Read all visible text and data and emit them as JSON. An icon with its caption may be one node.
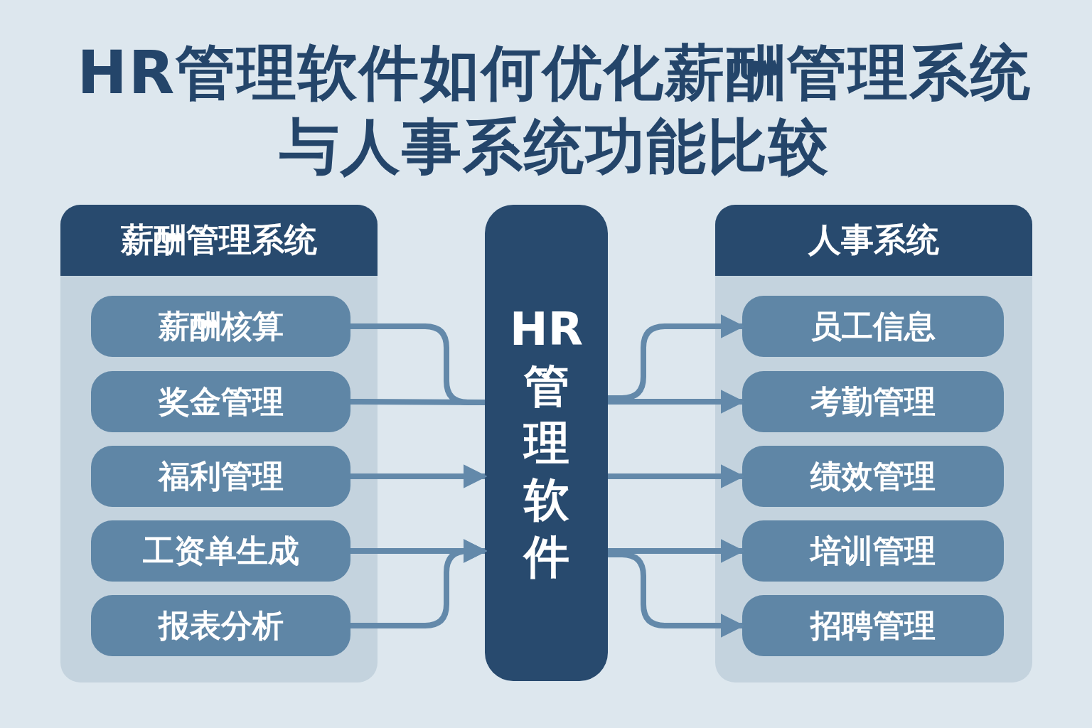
{
  "diagram": {
    "title": "HR管理软件如何优化薪酬管理系统与人事系统功能比较",
    "nodes": [
      {
        "text": [
          "薪酬管理系统"
        ]
      },
      {
        "text": [
          "薪酬核算"
        ],
        "in": 0
      },
      {
        "text": [
          "奖金管理"
        ],
        "in": 0
      },
      {
        "text": [
          "福利管理"
        ],
        "in": 0
      },
      {
        "text": [
          "工资单生成"
        ],
        "in": 0
      },
      {
        "text": [
          "报表分析"
        ],
        "in": 0
      },
      {
        "text": [
          "HR管理软件"
        ]
      },
      {
        "text": [
          "人事系统"
        ]
      },
      {
        "text": [
          "员工信息"
        ],
        "in": 7
      },
      {
        "text": [
          "考勤管理"
        ],
        "in": 7
      },
      {
        "text": [
          "绩效管理"
        ],
        "in": 7
      },
      {
        "text": [
          "培训管理"
        ],
        "in": 7
      },
      {
        "text": [
          "招聘管理"
        ],
        "in": 7
      }
    ],
    "edges": [
      {
        "from": 1,
        "to": 6,
        "arrow": "none"
      },
      {
        "from": 2,
        "to": 6,
        "arrow": "none"
      },
      {
        "from": 3,
        "to": 6,
        "arrow": "to"
      },
      {
        "from": 4,
        "to": 6,
        "arrow": "to"
      },
      {
        "from": 5,
        "to": 6,
        "arrow": "to"
      },
      {
        "from": 6,
        "to": 8,
        "arrow": "to"
      },
      {
        "from": 6,
        "to": 9,
        "arrow": "to"
      },
      {
        "from": 6,
        "to": 10,
        "arrow": "to"
      },
      {
        "from": 6,
        "to": 11,
        "arrow": "to"
      },
      {
        "from": 6,
        "to": 12,
        "arrow": "to"
      }
    ]
  }
}
